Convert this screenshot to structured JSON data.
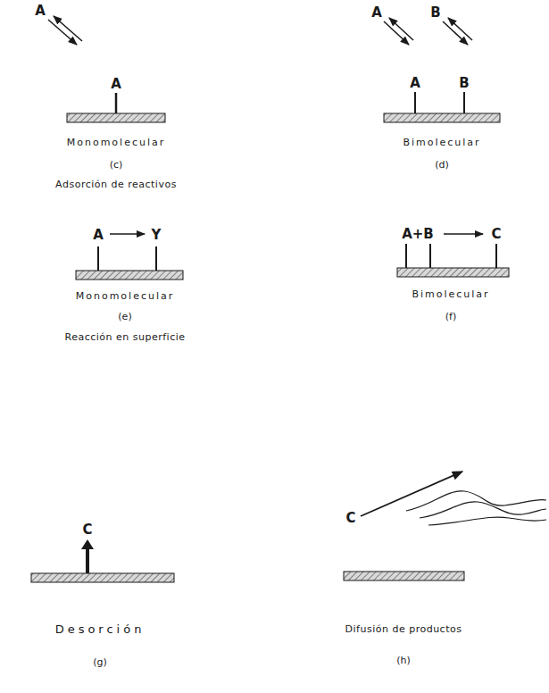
{
  "diagram": {
    "labels": [
      "A",
      "A",
      "Monomolecular",
      "(c)",
      "Adsorción de reactivos",
      "A",
      "B",
      "A",
      "B",
      "Bimolecular",
      "(d)",
      "A",
      "Y",
      "Monomolecular",
      "(e)",
      "Reacción en superficie",
      "A+B",
      "C",
      "Bimolecular",
      "(f)",
      "C",
      "Desorción",
      "(g)",
      "C",
      "Difusión de productos",
      "(h)"
    ]
  }
}
